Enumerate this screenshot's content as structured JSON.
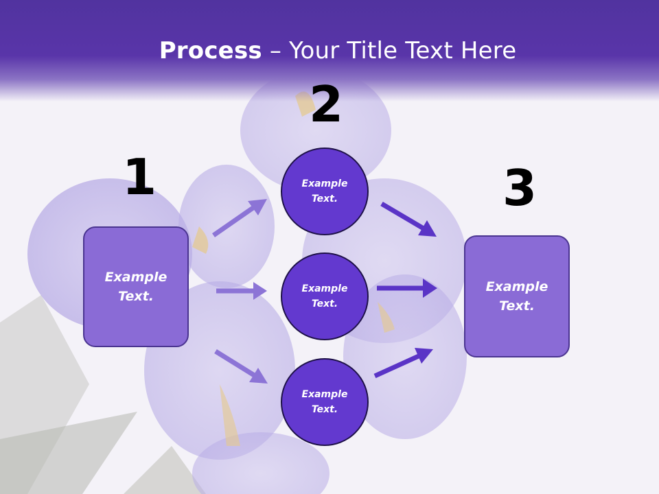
{
  "title": {
    "bold": "Process",
    "rest": " – Your Title Text Here"
  },
  "steps": {
    "one": "1",
    "two": "2",
    "three": "3"
  },
  "nodes": {
    "left_box": "Example\nText.",
    "circle_top": "Example\nText.",
    "circle_middle": "Example\nText.",
    "circle_bottom": "Example\nText.",
    "right_box": "Example\nText."
  },
  "colors": {
    "header": "#5935a9",
    "box_fill": "#8a6bd6",
    "circle_fill": "#6339cf",
    "arrow_light": "#8c74d6",
    "arrow_dark": "#5a34c6"
  }
}
